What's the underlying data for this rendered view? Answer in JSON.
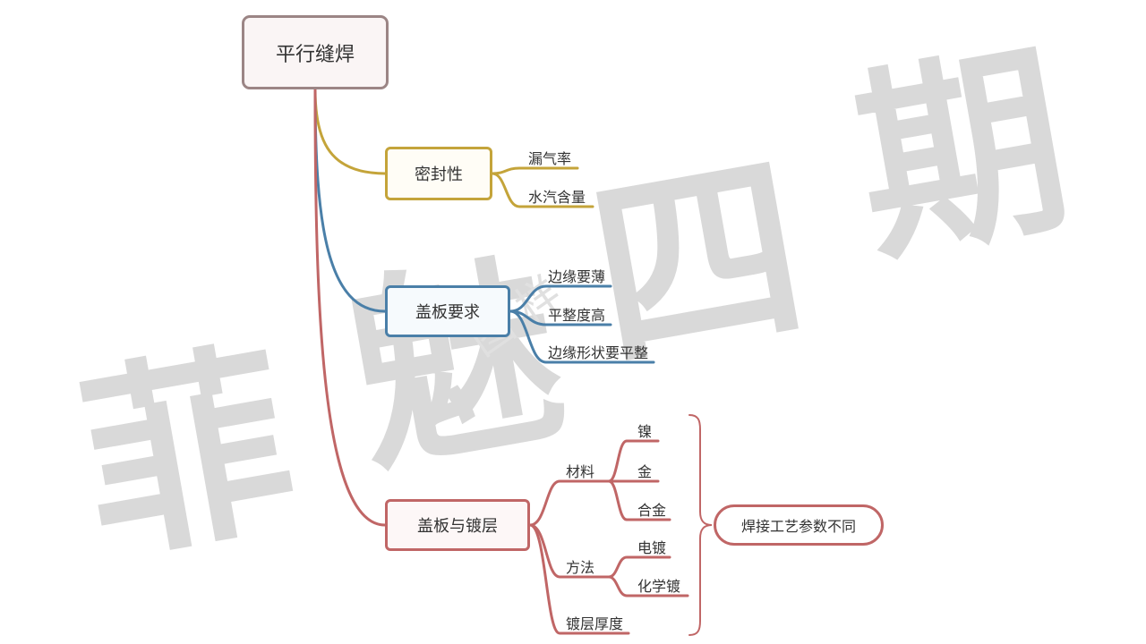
{
  "watermark": {
    "chars": [
      "菲",
      "魅",
      "四",
      "期"
    ],
    "small": "图 样"
  },
  "colors": {
    "root": "#9b8585",
    "gold": "#c4a43a",
    "blue": "#4a7fa8",
    "red": "#c06666",
    "root_fill": "#faf5f5",
    "gold_fill": "#fffdf6",
    "blue_fill": "#f6fafd",
    "red_fill": "#fdf7f7"
  },
  "root": {
    "label": "平行缝焊"
  },
  "branches": {
    "sealing": {
      "label": "密封性",
      "items": [
        "漏气率",
        "水汽含量"
      ]
    },
    "cover": {
      "label": "盖板要求",
      "items": [
        "边缘要薄",
        "平整度高",
        "边缘形状要平整"
      ]
    },
    "plating": {
      "label": "盖板与镀层",
      "material": {
        "label": "材料",
        "items": [
          "镍",
          "金",
          "合金"
        ]
      },
      "method": {
        "label": "方法",
        "items": [
          "电镀",
          "化学镀"
        ]
      },
      "thickness": "镀层厚度",
      "summary": "焊接工艺参数不同"
    }
  }
}
